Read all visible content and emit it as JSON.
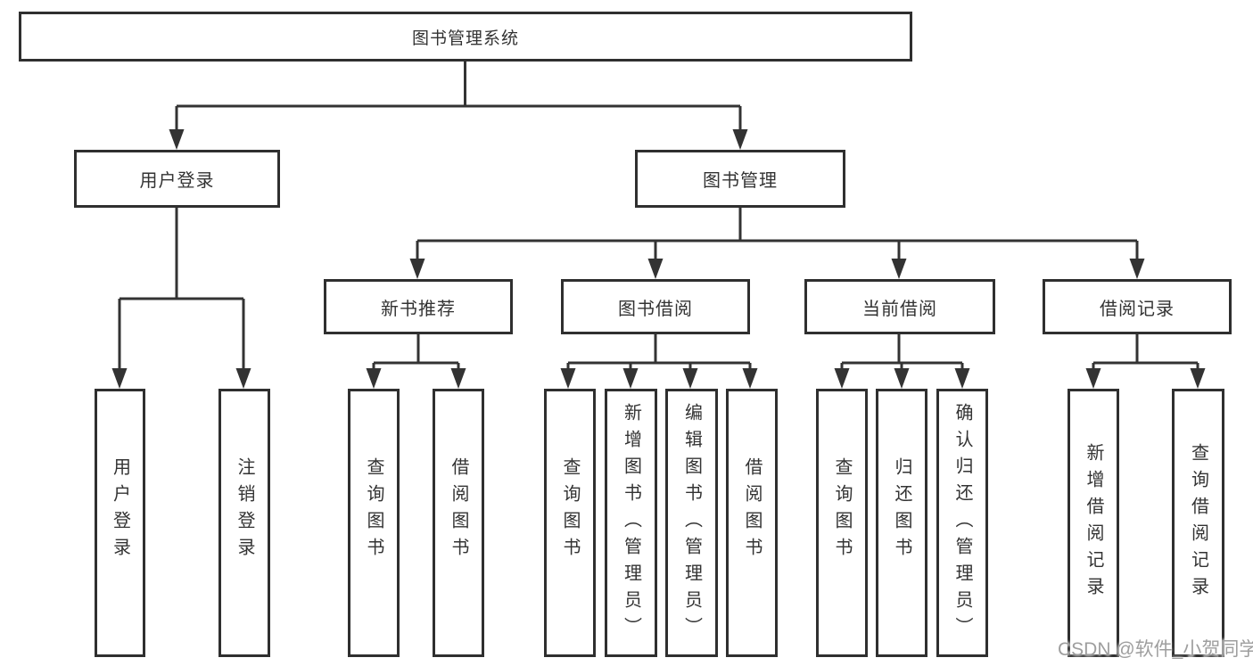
{
  "diagram": {
    "root": {
      "label": "图书管理系统"
    },
    "branches": [
      {
        "label": "用户登录",
        "children": [
          {
            "label": "用户登录"
          },
          {
            "label": "注销登录"
          }
        ]
      },
      {
        "label": "图书管理",
        "children": [
          {
            "label": "新书推荐",
            "children": [
              {
                "label": "查询图书"
              },
              {
                "label": "借阅图书"
              }
            ]
          },
          {
            "label": "图书借阅",
            "children": [
              {
                "label": "查询图书"
              },
              {
                "label": "新增图书（管理员）"
              },
              {
                "label": "编辑图书（管理员）"
              },
              {
                "label": "借阅图书"
              }
            ]
          },
          {
            "label": "当前借阅",
            "children": [
              {
                "label": "查询图书"
              },
              {
                "label": "归还图书"
              },
              {
                "label": "确认归还（管理员）"
              }
            ]
          },
          {
            "label": "借阅记录",
            "children": [
              {
                "label": "新增借阅记录"
              },
              {
                "label": "查询借阅记录"
              }
            ]
          }
        ]
      }
    ]
  },
  "watermark": {
    "text": "CSDN @软件_小贺同学"
  },
  "colors": {
    "line": "#333333",
    "box_border": "#2f2f2f",
    "text": "#333333",
    "watermark_text": "#9e9e9e",
    "background": "#ffffff"
  }
}
